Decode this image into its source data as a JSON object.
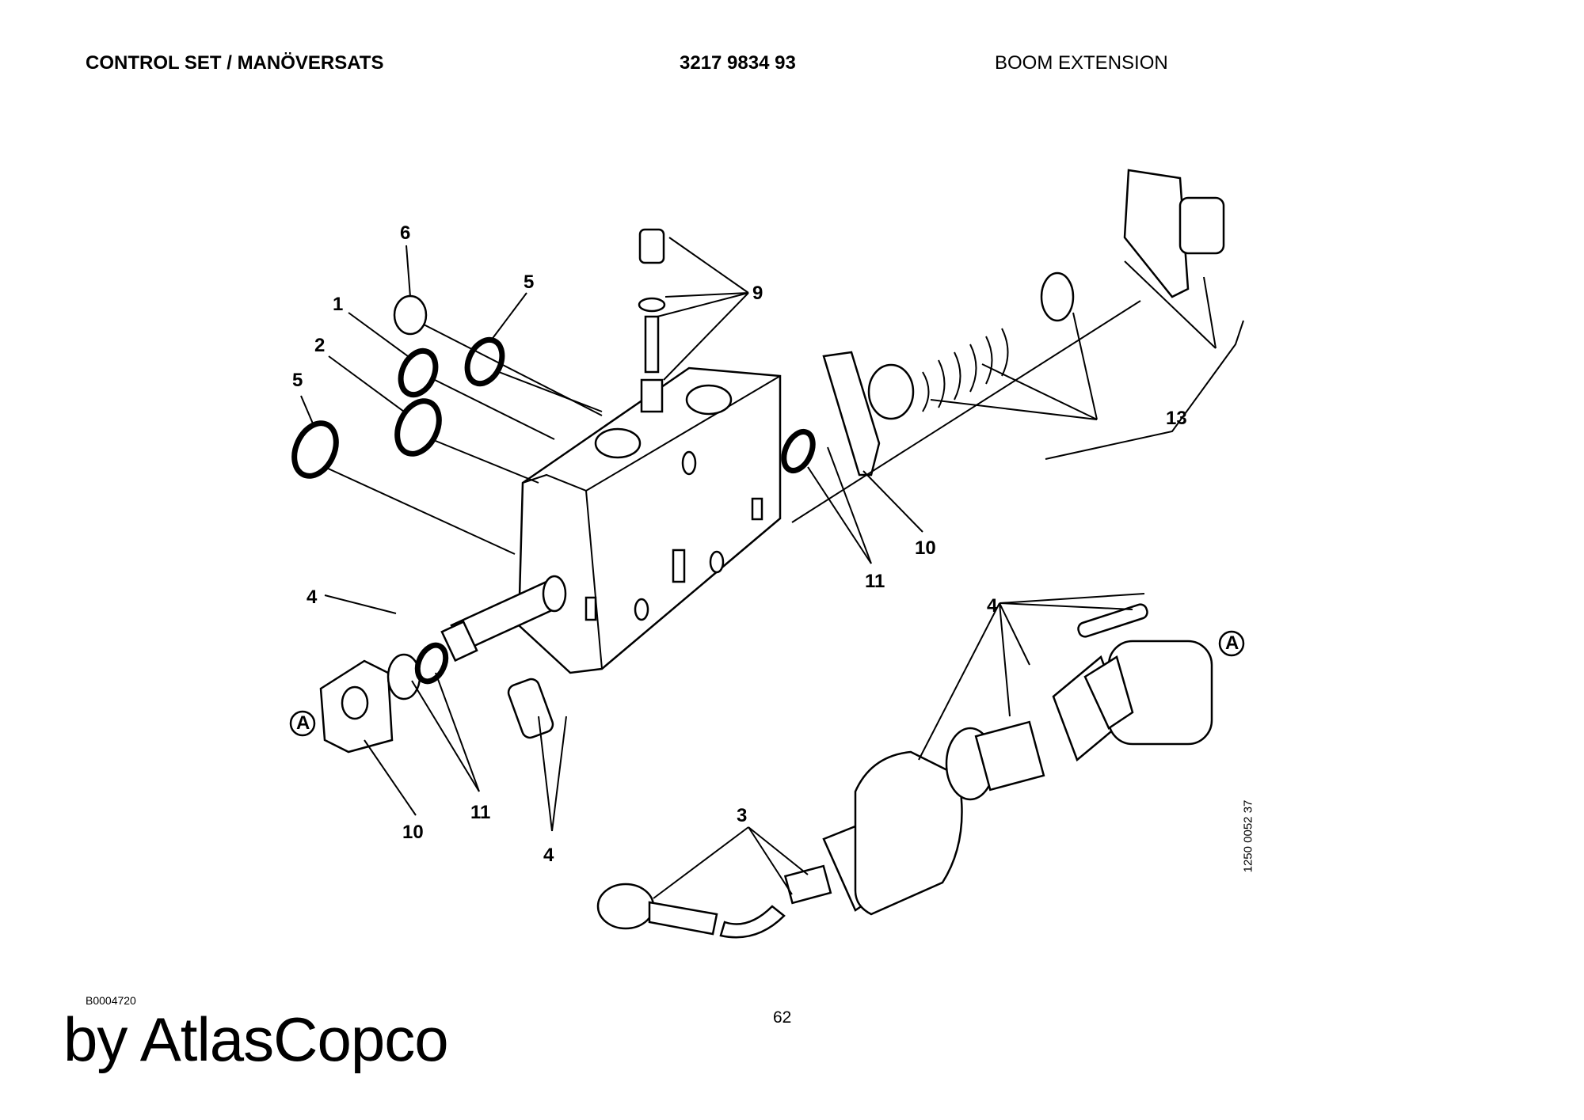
{
  "header": {
    "title": "CONTROL SET / MANÖVERSATS",
    "part_number": "3217 9834 93",
    "section": "BOOM EXTENSION"
  },
  "diagram": {
    "drawing_number": "1250 0052 37",
    "callouts": [
      "6",
      "5",
      "1",
      "2",
      "5",
      "9",
      "13",
      "10",
      "11",
      "4",
      "4",
      "A",
      "A",
      "11",
      "10",
      "4",
      "3"
    ]
  },
  "footer": {
    "document_code": "B0004720",
    "brand": "by AtlasCopco",
    "page_number": "62"
  }
}
